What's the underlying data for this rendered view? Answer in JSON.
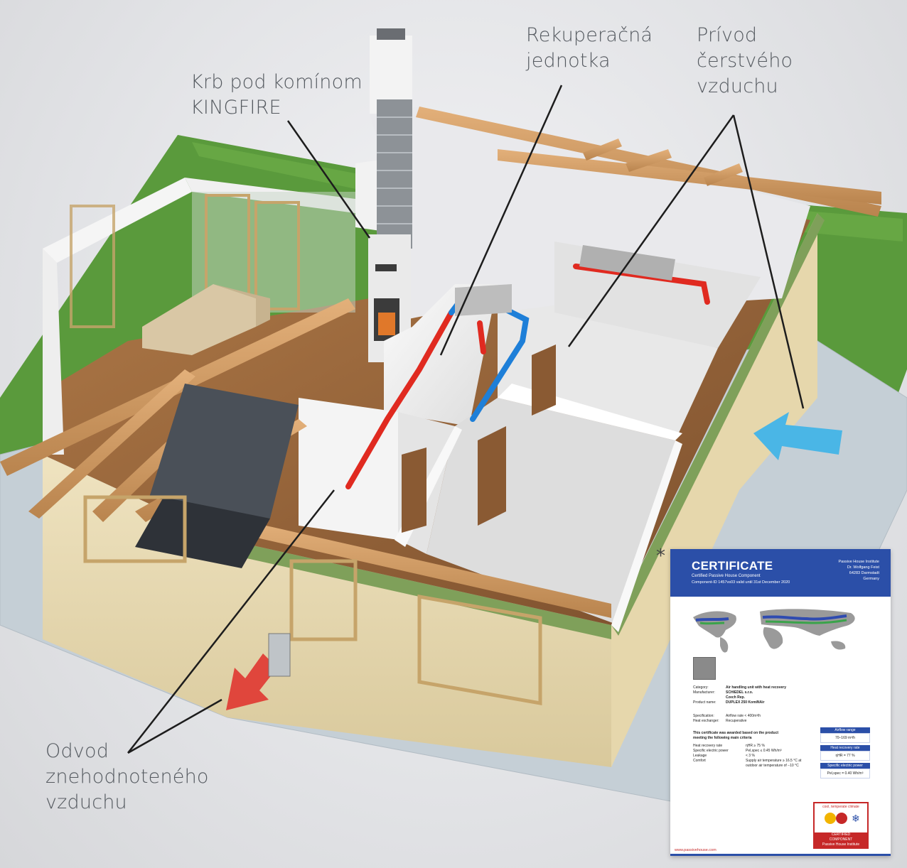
{
  "labels": {
    "krb": [
      "Krb pod komínom",
      "KINGFIRE"
    ],
    "rekuperacna": [
      "Rekuperačná",
      "jednotka"
    ],
    "privod": [
      "Prívod",
      "čerstvého",
      "vzduchu"
    ],
    "odvod": [
      "Odvod",
      "znehodnoteného",
      "vzduchu"
    ],
    "asterisk": "*"
  },
  "certificate": {
    "title": "CERTIFICATE",
    "subtitle": "Certified Passive House Component",
    "component_id": "Component-ID 1457vs03 valid until 31st December 2020",
    "institute": [
      "Passive House Institute",
      "Dr. Wolfgang Feist",
      "64283 Darmstadt",
      "Germany"
    ],
    "category_label": "Category:",
    "category_value": "Air handling unit with heat recovery",
    "manufacturer_label": "Manufacturer:",
    "manufacturer_value": "SCHIEDEL s.r.o.",
    "manufacturer_country": "Czech Rep.",
    "product_label": "Product name:",
    "product_value": "DUPLEX 250 KomiNAir",
    "spec_label": "Specification:",
    "spec_value": "Airflow rate < 400m³/h",
    "hx_label": "Heat exchanger:",
    "hx_value": "Recuperative",
    "awarded_1": "This certificate was awarded based on the product",
    "awarded_2": "meeting the following main criteria",
    "crit_hr_label": "Heat recovery rate",
    "crit_hr_value": "ηHR ≥ 75 %",
    "crit_pow_label": "Specific electric power",
    "crit_pow_value": "Pel,spec ≤ 0.45 Wh/m³",
    "crit_leak_label": "Leakage",
    "crit_leak_value": "< 3 %",
    "crit_comfort_label": "Comfort",
    "crit_comfort_value_1": "Supply air temperature ≥ 16.5 °C at",
    "crit_comfort_value_2": "outdoor air temperature of −10 °C",
    "airflow_range_label": "Airflow range",
    "airflow_range_value": "70–169 m³/h",
    "heat_recovery_label": "Heat recovery rate",
    "heat_recovery_value": "ηHR = 77 %",
    "specific_power_label": "Specific electric power",
    "specific_power_value": "Pel,spec = 0.40 Wh/m³",
    "badge_top": "cool, temperate climate",
    "badge_1": "CERTIFIED",
    "badge_2": "COMPONENT",
    "badge_3": "Passive House Institute",
    "url": "www.passivehouse.com"
  },
  "colors": {
    "supply_duct": "#1e7fd8",
    "exhaust_duct": "#e02a20",
    "supply_arrow": "#4ab6e6",
    "exhaust_arrow": "#e0463c",
    "certificate_header": "#2b4fa8",
    "lawn": "#5a9a3c"
  }
}
